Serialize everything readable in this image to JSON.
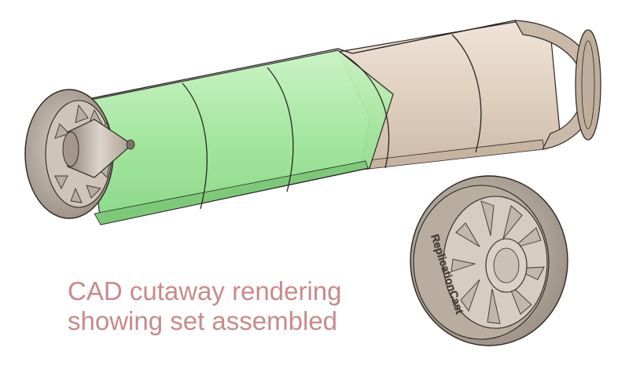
{
  "caption": {
    "line1": "CAD cutaway rendering",
    "line2": "showing set assembled"
  },
  "logo_text": "ReplicationCast",
  "colors": {
    "caption": "#c88a8a",
    "green_section": "#a7e8a0",
    "tan_section": "#e3d3c3",
    "metal": "#b5aa9e",
    "outline": "#2b2622"
  }
}
